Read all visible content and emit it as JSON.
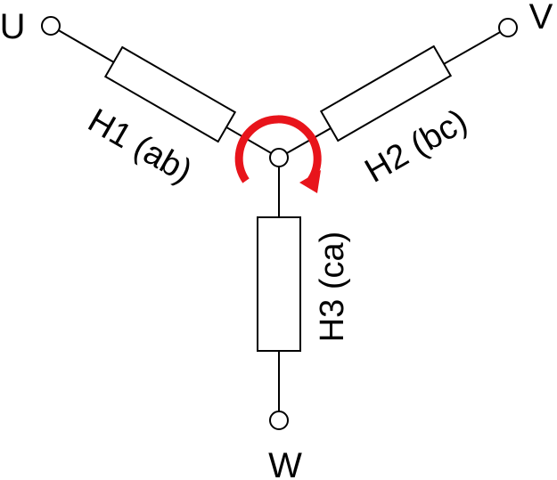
{
  "terminals": {
    "u": "U",
    "v": "V",
    "w": "W"
  },
  "resistors": {
    "h1": "H1 (ab)",
    "h2": "H2 (bc)",
    "h3": "H3 (ca)"
  },
  "colors": {
    "rotation_arrow": "#e8141b",
    "line": "#000000"
  },
  "icons": {
    "rotation": "clockwise-rotation-arrow-icon"
  }
}
